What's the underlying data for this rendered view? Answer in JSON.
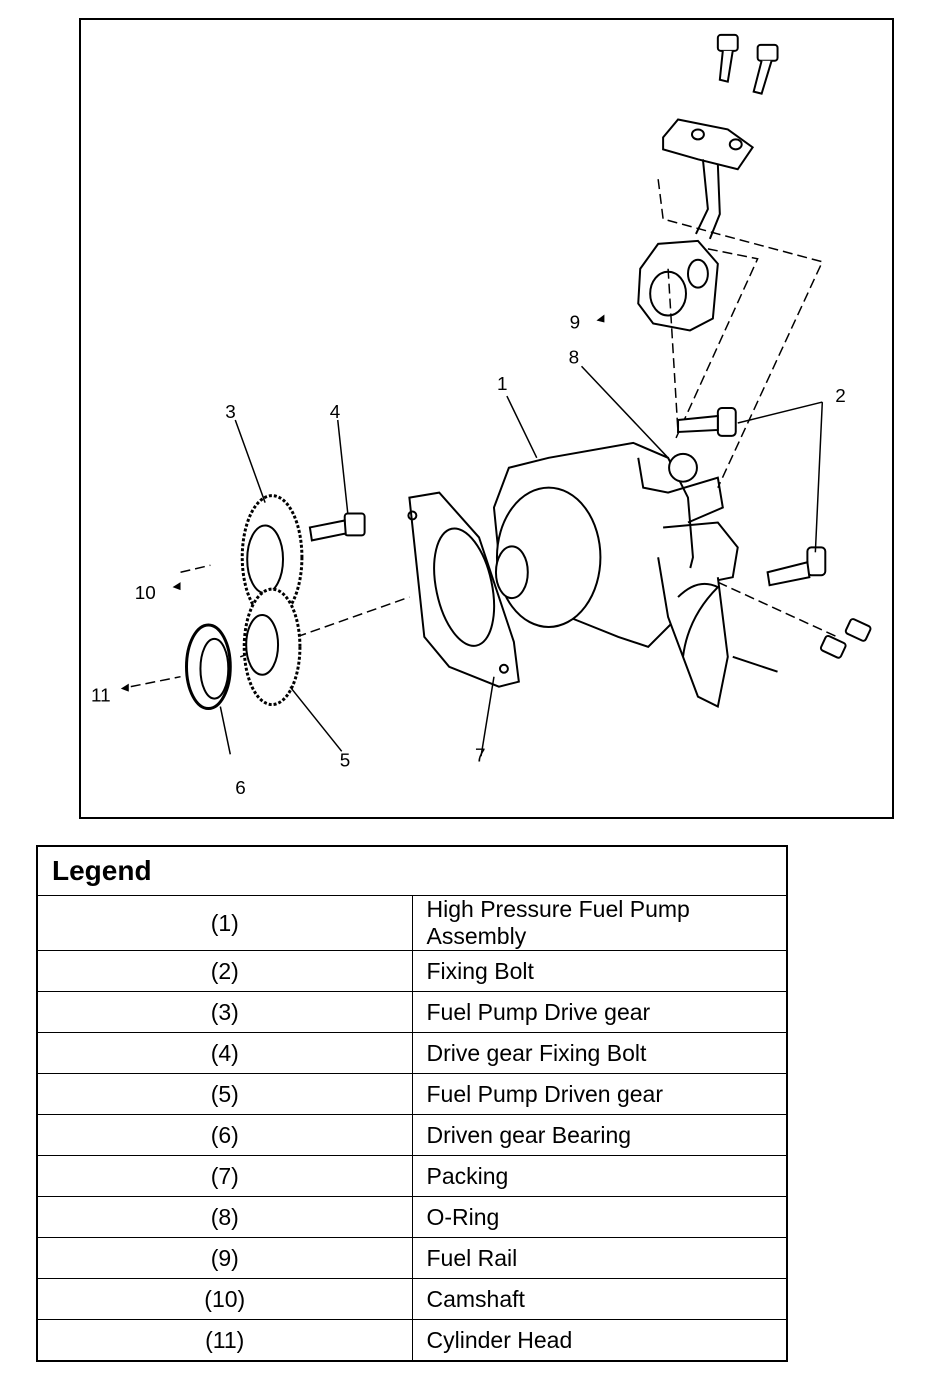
{
  "diagram": {
    "callouts": [
      "1",
      "2",
      "3",
      "4",
      "5",
      "6",
      "7",
      "8",
      "9",
      "10",
      "11"
    ]
  },
  "legend": {
    "title": "Legend",
    "rows": [
      {
        "num": "(1)",
        "desc": "High Pressure Fuel Pump Assembly"
      },
      {
        "num": "(2)",
        "desc": "Fixing Bolt"
      },
      {
        "num": "(3)",
        "desc": "Fuel Pump Drive gear"
      },
      {
        "num": "(4)",
        "desc": "Drive gear Fixing Bolt"
      },
      {
        "num": "(5)",
        "desc": "Fuel Pump Driven gear"
      },
      {
        "num": "(6)",
        "desc": "Driven gear Bearing"
      },
      {
        "num": "(7)",
        "desc": "Packing"
      },
      {
        "num": "(8)",
        "desc": "O-Ring"
      },
      {
        "num": "(9)",
        "desc": "Fuel Rail"
      },
      {
        "num": "(10)",
        "desc": "Camshaft"
      },
      {
        "num": "(11)",
        "desc": "Cylinder Head"
      }
    ]
  }
}
